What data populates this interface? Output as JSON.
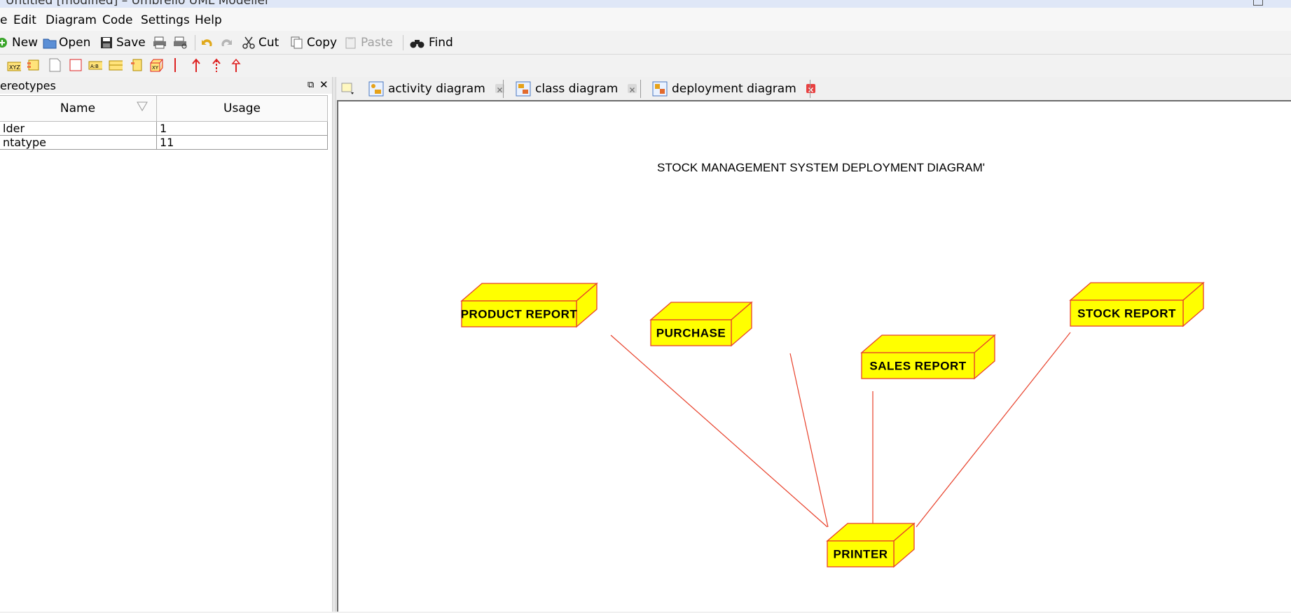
{
  "window": {
    "title": "Untitled [modified] – Umbrello UML Modeller"
  },
  "menubar": [
    "e",
    "Edit",
    "Diagram",
    "Code",
    "Settings",
    "Help"
  ],
  "toolbar": {
    "new": "New",
    "open": "Open",
    "save": "Save",
    "cut": "Cut",
    "copy": "Copy",
    "paste": "Paste",
    "find": "Find"
  },
  "dock": {
    "title": "ereotypes",
    "columns": [
      "Name",
      "Usage"
    ],
    "rows": [
      {
        "name": "lder",
        "usage": "1"
      },
      {
        "name": "ntatype",
        "usage": "11"
      }
    ]
  },
  "tabs": [
    {
      "label": "activity diagram",
      "active": false
    },
    {
      "label": "class diagram",
      "active": false
    },
    {
      "label": "deployment diagram",
      "active": true
    }
  ],
  "diagram": {
    "title": "STOCK MANAGEMENT SYSTEM DEPLOYMENT DIAGRAM'",
    "nodes": [
      {
        "id": "product",
        "label": "PRODUCT REPORT"
      },
      {
        "id": "purchase",
        "label": "PURCHASE"
      },
      {
        "id": "sales",
        "label": "SALES REPORT"
      },
      {
        "id": "stock",
        "label": "STOCK REPORT"
      },
      {
        "id": "printer",
        "label": "PRINTER"
      }
    ],
    "connections": [
      [
        "product",
        "printer"
      ],
      [
        "purchase",
        "printer"
      ],
      [
        "sales",
        "printer"
      ],
      [
        "stock",
        "printer"
      ]
    ],
    "colors": {
      "node_fill": "#ffff00",
      "node_stroke": "#e8402a",
      "line": "#e8402a"
    }
  }
}
